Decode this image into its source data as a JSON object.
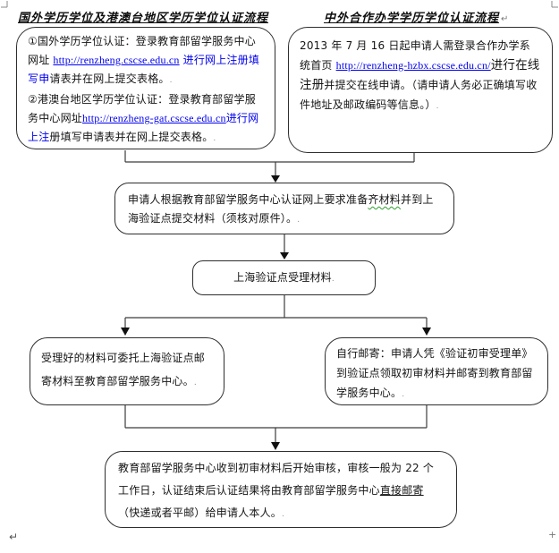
{
  "titles": {
    "left": "国外学历学位及港澳台地区学历学位认证流程",
    "right": "中外合作办学学历学位认证流程"
  },
  "marks": {
    "return": "↵",
    "para": ".",
    "plus": "+"
  },
  "boxes": {
    "overseas": {
      "p1_text": "①国外学历学位认证：登录教育部留学服务中心网址 ",
      "p1_link": "http://renzheng.cscse.edu.cn",
      "p1_blue": " 进行网上注册填写申",
      "p1_rest": "请表并在网上提交表格。",
      "p2_text": "②港澳台地区学历学位认证：登录教育部留学服务中心网址",
      "p2_link": "http://renzheng-gat.cscse.edu.cn",
      "p2_blue": "进行网上注",
      "p2_rest": "册填写申请表并在网上提交表格。"
    },
    "joint": {
      "t1": "2013 年 7 月 16 日起申请人需登录合作办学系统首页 ",
      "link": "http://renzheng-hzbx.cscse.edu.cn/",
      "t2": "进行在线注册",
      "t3": "并提交在线申请。（请申请人务必正确填写收件地址及邮政编码等信息。）"
    },
    "prepare": {
      "t1": "申请人根据教育部留学服务中心认证网上要求准备",
      "wavy": "齐材料",
      "t2": "并到上海验证点提交材料（须核对原件）。"
    },
    "accept": {
      "text": "上海验证点受理材料"
    },
    "entrust": {
      "text": "受理好的材料可委托上海验证点邮寄材料至教育部留学服务中心。"
    },
    "selfmail": {
      "text": "自行邮寄：申请人凭《验证初审受理单》到验证点领取初审材料并邮寄到教育部留学服务中心。"
    },
    "review": {
      "t1": "教育部留学服务中心收到初审材料后开始审核，审核一般为 22 个工作日，认证结束后认证结果将由教育部留学服务中心",
      "underline": "直接邮寄",
      "t2": "（快递或者平邮）给申请人本人。"
    }
  },
  "colors": {
    "link": "#0000ee",
    "wavy_underline": "#2e9e2e",
    "border": "#2e2e2e",
    "connector": "#3c3c3c"
  }
}
